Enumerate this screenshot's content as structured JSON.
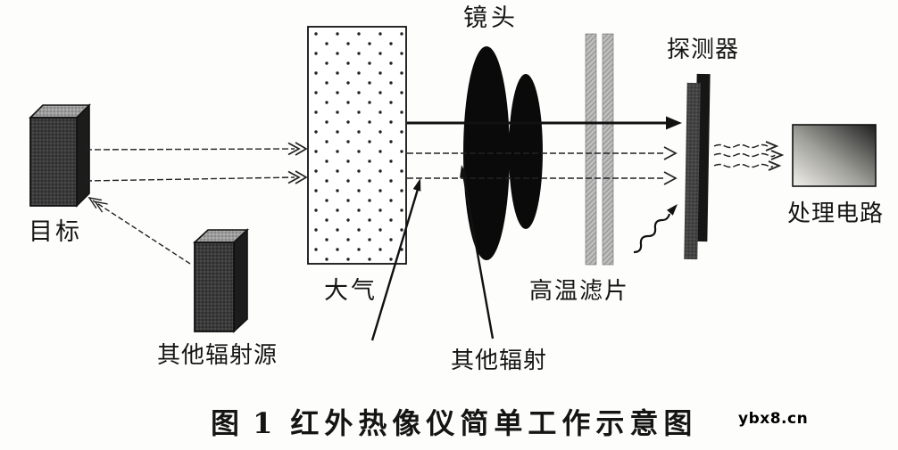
{
  "diagram": {
    "type": "schematic",
    "subject": "infrared-thermal-imager-working-principle",
    "labels": {
      "lens": "镜头",
      "detector": "探测器",
      "target": "目标",
      "atmosphere": "大气",
      "other_radiation_source": "其他辐射源",
      "other_radiation": "其他辐射",
      "high_temp_filter": "高温滤片",
      "processing_circuit": "处理电路"
    },
    "caption": {
      "figure_no": "图 1",
      "title": "红外热像仪简单工作示意图"
    },
    "watermark": "ybx8.cn",
    "colors": {
      "ink": "#1a1a1a",
      "paper": "#fdfdfb",
      "lens_black": "#0a0a0a",
      "filter_gray": "#b5b5b5",
      "box_dark": "#383838"
    }
  }
}
